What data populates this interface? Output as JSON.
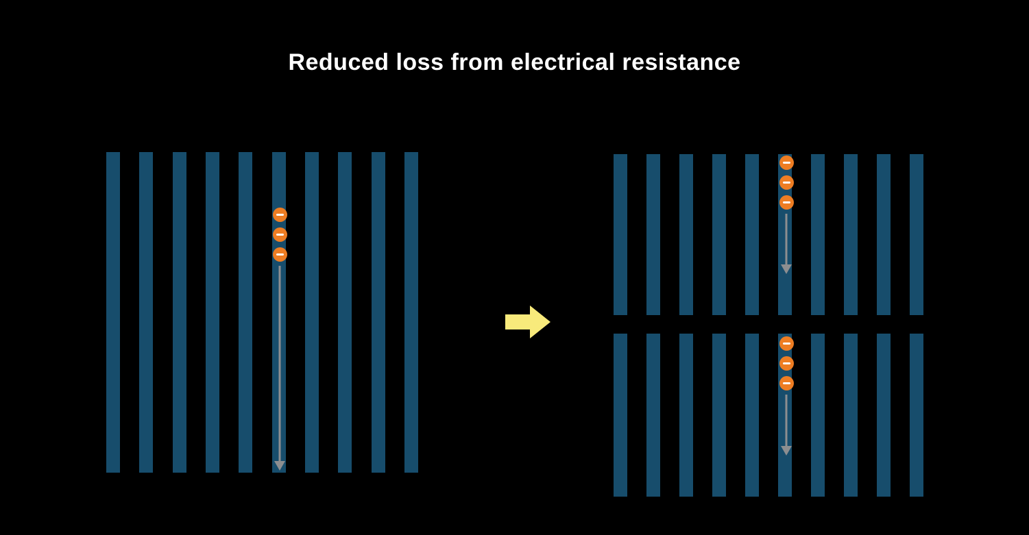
{
  "title": "Reduced loss from electrical resistance",
  "electron_symbol": "−",
  "electrons_per_column": 3,
  "panels": {
    "left": {
      "bar_count": 10
    },
    "right_top": {
      "bar_count": 10
    },
    "right_bottom": {
      "bar_count": 10
    }
  },
  "colors": {
    "background": "#000000",
    "title_text": "#ffffff",
    "bar": "#174d6c",
    "electron": "#ee7d23",
    "electron_symbol": "#ffffff",
    "flow_arrow": "#8d8e90",
    "transition_arrow": "#f8ea7b"
  }
}
